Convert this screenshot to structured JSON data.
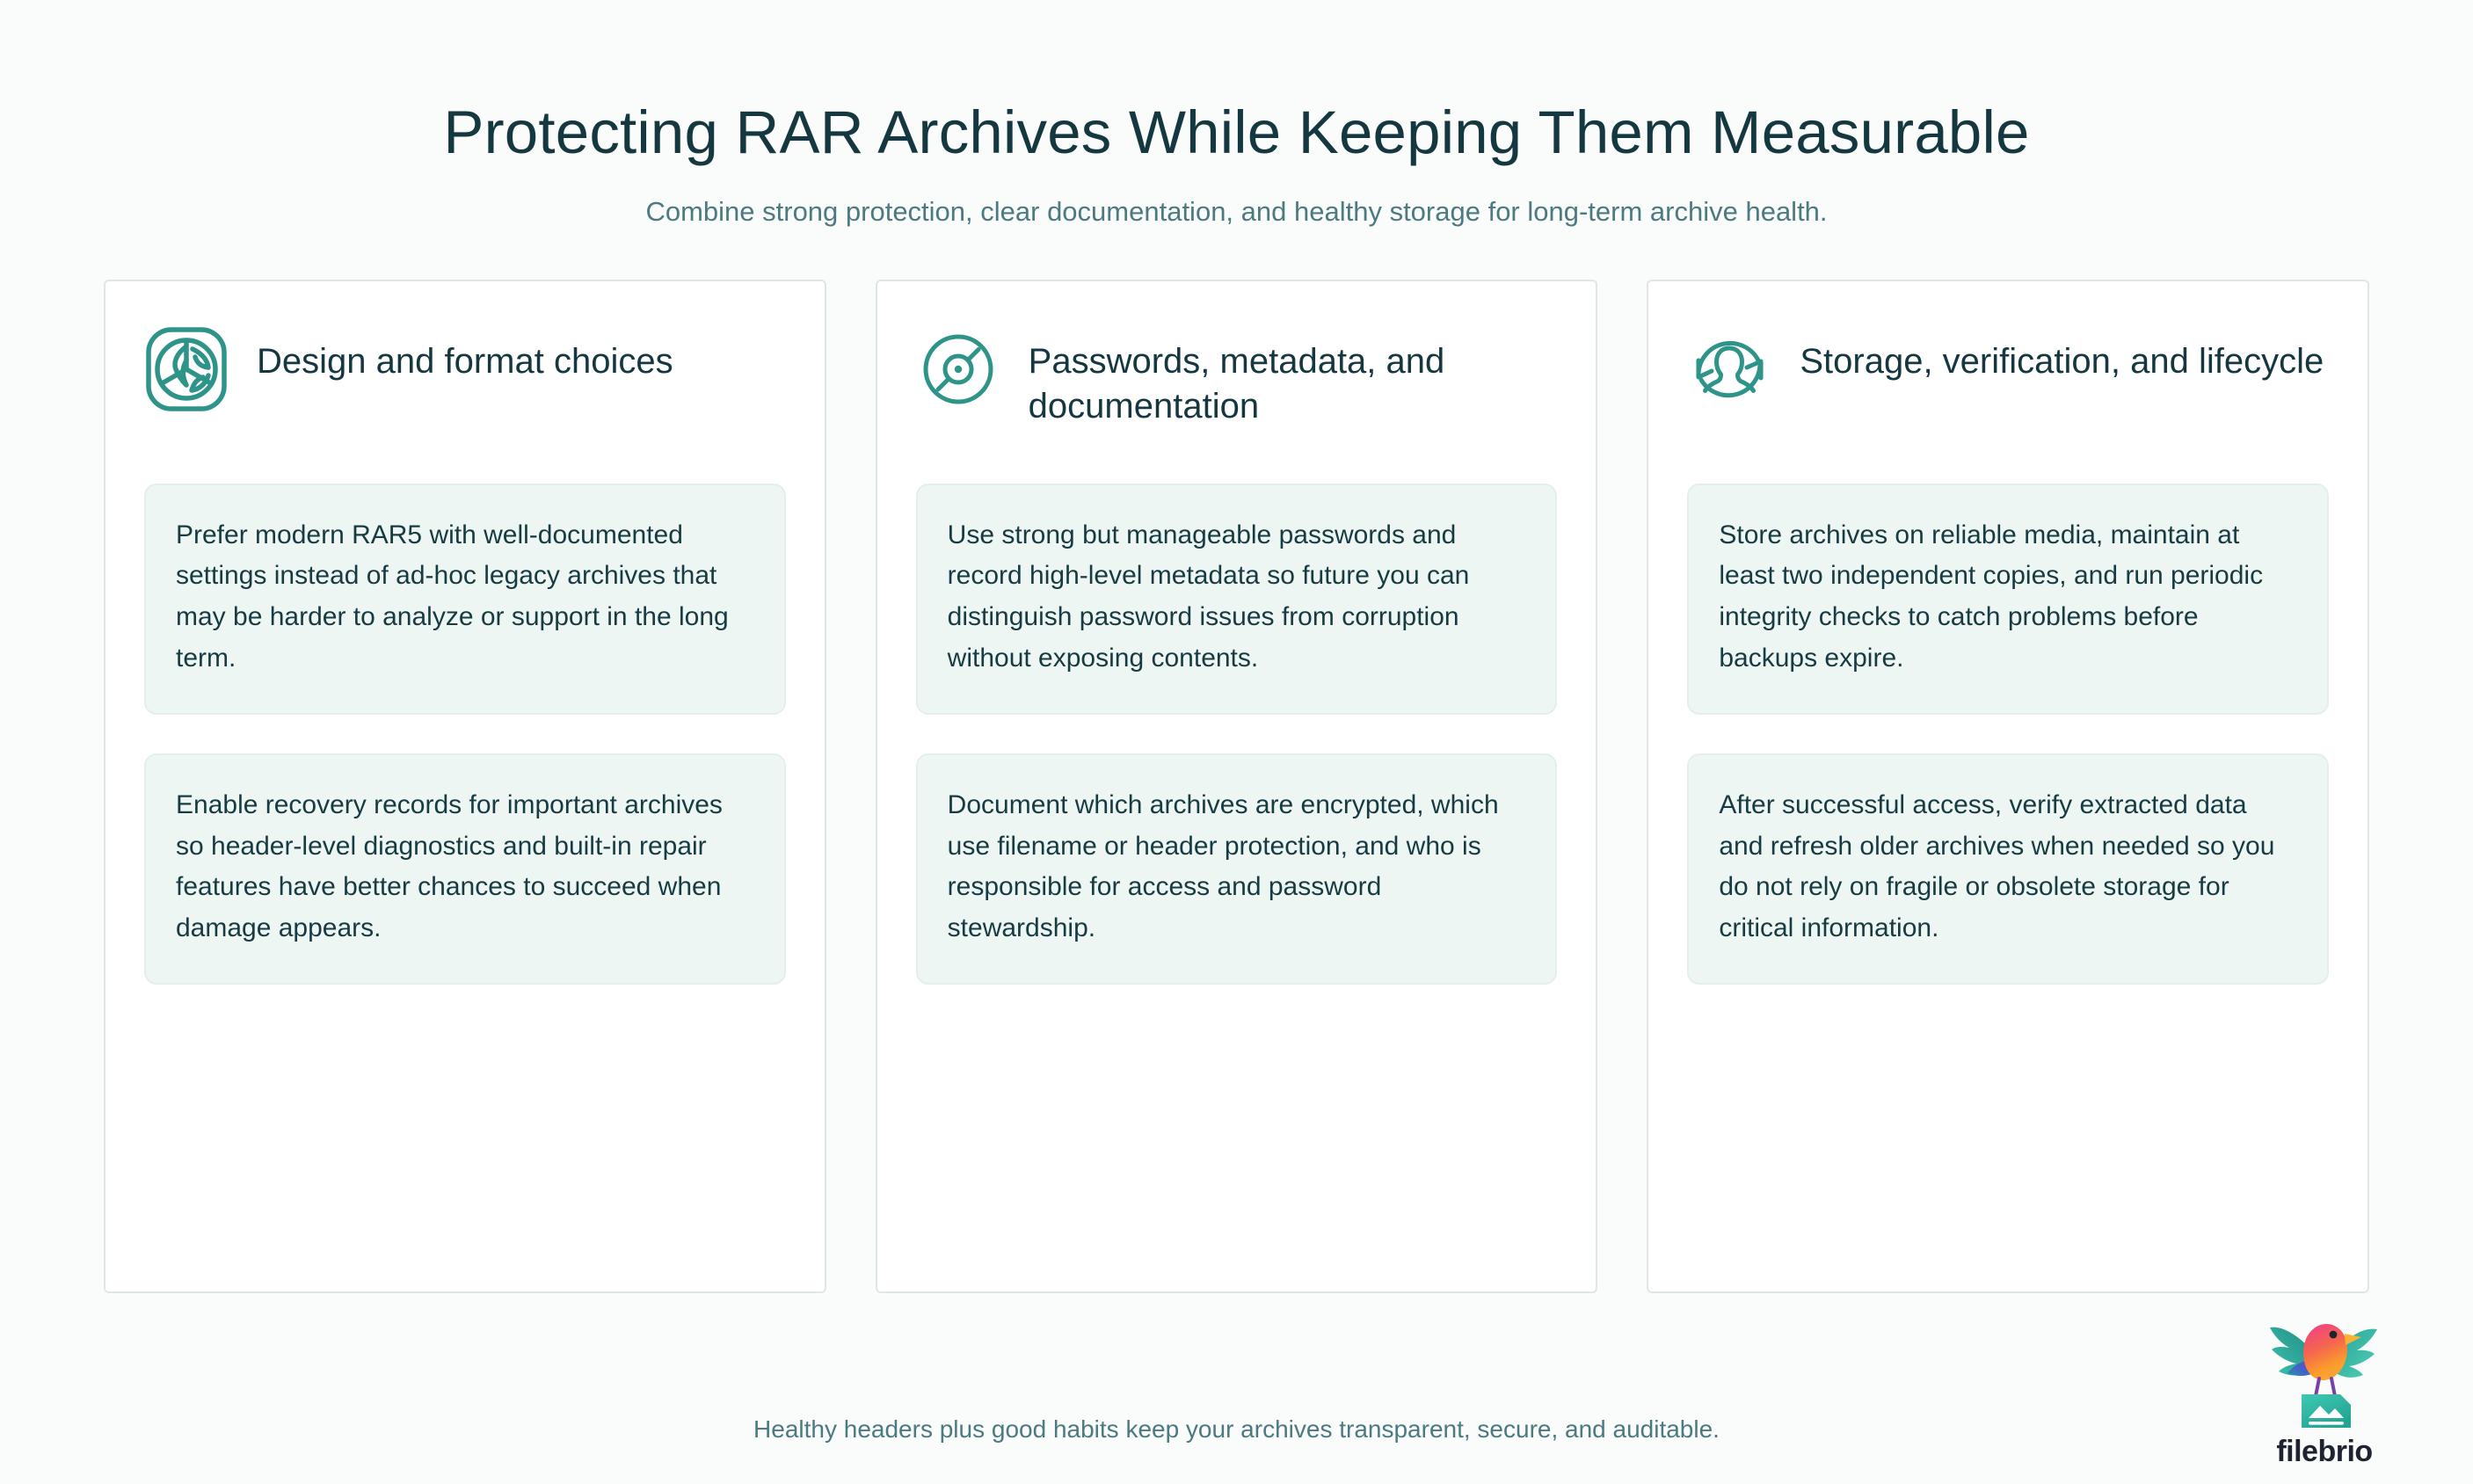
{
  "header": {
    "title": "Protecting RAR Archives While Keeping Them Measurable",
    "subtitle": "Combine strong protection, clear documentation, and healthy storage for long-term archive health."
  },
  "cards": [
    {
      "icon": "archive-format-badge-icon",
      "title": "Design and format choices",
      "points": [
        "Prefer modern RAR5 with well-documented settings instead of ad-hoc legacy archives that may be harder to analyze or support in the long term.",
        "Enable recovery records for important archives so header-level diagnostics and built-in repair features have better chances to succeed when damage appears."
      ]
    },
    {
      "icon": "disc-icon",
      "title": "Passwords, metadata, and documentation",
      "points": [
        "Use strong but manageable passwords and record high-level metadata so future you can distinguish password issues from corruption without exposing contents.",
        "Document which archives are encrypted, which use filename or header protection, and who is responsible for access and password stewardship."
      ]
    },
    {
      "icon": "user-refresh-cycle-icon",
      "title": "Storage, verification, and lifecycle",
      "points": [
        "Store archives on reliable media, maintain at least two independent copies, and run periodic integrity checks to catch problems before backups expire.",
        "After successful access, verify extracted data and refresh older archives when needed so you do not rely on fragile or obsolete storage for critical information."
      ]
    }
  ],
  "footer": {
    "note": "Healthy headers plus good habits keep your archives transparent, secure, and auditable."
  },
  "logo": {
    "wordmark": "filebrio",
    "mark": "bird-with-file-icon"
  },
  "colors": {
    "page_background": "#fafbfb",
    "card_background": "#ffffff",
    "card_border": "#e0e6e8",
    "point_background": "#eef6f3",
    "accent_teal": "#2e9388",
    "heading_text": "#153840",
    "muted_text": "#4b7a80",
    "body_text": "#173b42"
  }
}
